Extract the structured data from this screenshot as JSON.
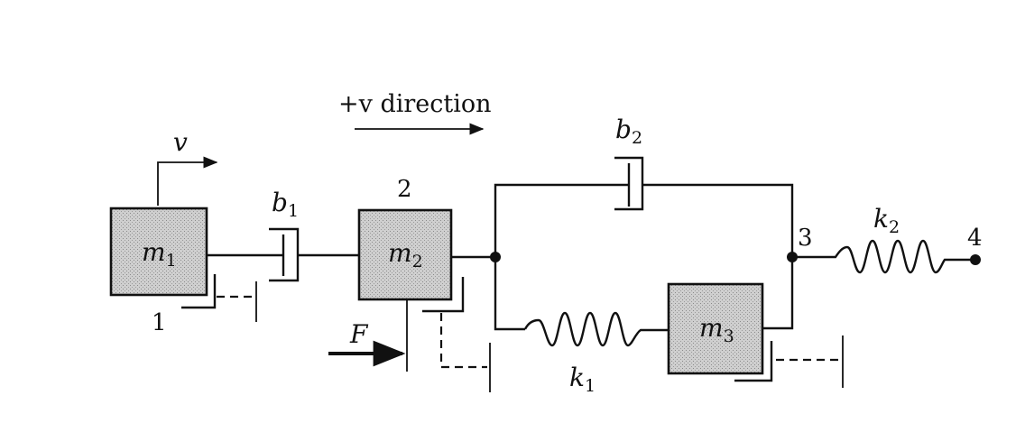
{
  "direction_label": "+v direction",
  "velocity_label": "v",
  "force_label": "F",
  "masses": [
    {
      "id": "m1",
      "base": "m",
      "sub": "1"
    },
    {
      "id": "m2",
      "base": "m",
      "sub": "2"
    },
    {
      "id": "m3",
      "base": "m",
      "sub": "3"
    }
  ],
  "dampers": [
    {
      "id": "b1",
      "base": "b",
      "sub": "1"
    },
    {
      "id": "b2",
      "base": "b",
      "sub": "2"
    }
  ],
  "springs": [
    {
      "id": "k1",
      "base": "k",
      "sub": "1"
    },
    {
      "id": "k2",
      "base": "k",
      "sub": "2"
    }
  ],
  "nodes": [
    "1",
    "2",
    "3",
    "4"
  ],
  "colors": {
    "ink": "#111111",
    "mass_fill": "#c8c8c8"
  }
}
